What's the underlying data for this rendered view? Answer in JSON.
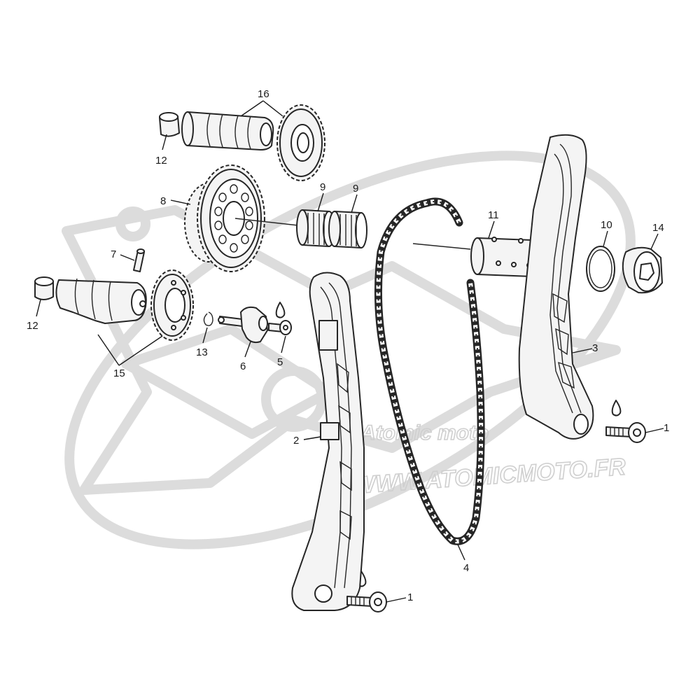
{
  "diagram": {
    "watermark": {
      "logo_text": "Atomic moto",
      "site_text": "WWW.ATOMICMOTO.FR"
    },
    "callouts": [
      {
        "id": "c1a",
        "label": "1"
      },
      {
        "id": "c1b",
        "label": "1"
      },
      {
        "id": "c2",
        "label": "2"
      },
      {
        "id": "c3",
        "label": "3"
      },
      {
        "id": "c4",
        "label": "4"
      },
      {
        "id": "c5",
        "label": "5"
      },
      {
        "id": "c6",
        "label": "6"
      },
      {
        "id": "c7",
        "label": "7"
      },
      {
        "id": "c8",
        "label": "8"
      },
      {
        "id": "c9a",
        "label": "9"
      },
      {
        "id": "c9b",
        "label": "9"
      },
      {
        "id": "c10",
        "label": "10"
      },
      {
        "id": "c11",
        "label": "11"
      },
      {
        "id": "c12a",
        "label": "12"
      },
      {
        "id": "c12b",
        "label": "12"
      },
      {
        "id": "c13",
        "label": "13"
      },
      {
        "id": "c14",
        "label": "14"
      },
      {
        "id": "c15",
        "label": "15"
      },
      {
        "id": "c16",
        "label": "16"
      }
    ],
    "parts": [
      {
        "id": "screw",
        "name": "bolt"
      },
      {
        "id": "guide-left",
        "name": "chain guide"
      },
      {
        "id": "guide-right",
        "name": "chain tensioner slider"
      },
      {
        "id": "chain",
        "name": "timing chain"
      },
      {
        "id": "tensioner",
        "name": "tensioner"
      },
      {
        "id": "pin",
        "name": "pin"
      },
      {
        "id": "idler-gear",
        "name": "idler gear"
      },
      {
        "id": "bearing",
        "name": "needle bearing"
      },
      {
        "id": "oring",
        "name": "o-ring"
      },
      {
        "id": "shaft",
        "name": "shaft"
      },
      {
        "id": "cap",
        "name": "cap"
      },
      {
        "id": "circlip",
        "name": "circlip"
      },
      {
        "id": "camshaft-ex",
        "name": "exhaust camshaft"
      },
      {
        "id": "camshaft-in",
        "name": "intake camshaft"
      },
      {
        "id": "plug",
        "name": "plug"
      }
    ]
  }
}
